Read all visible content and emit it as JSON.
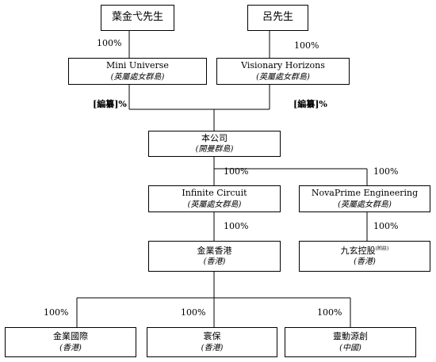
{
  "entities": {
    "ye_person": {
      "name": "葉金弋先生"
    },
    "lu_person": {
      "name": "呂先生"
    },
    "mini_universe": {
      "name": "Mini Universe",
      "jurisdiction": "(英屬處女群島)"
    },
    "visionary_horizons": {
      "name": "Visionary Horizons",
      "jurisdiction": "(英屬處女群島)"
    },
    "company": {
      "name": "本公司",
      "jurisdiction": "(開曼群島)"
    },
    "infinite_circuit": {
      "name": "Infinite Circuit",
      "jurisdiction": "(英屬處女群島)"
    },
    "novaprime": {
      "name": "NovaPrime Engineering",
      "jurisdiction": "(英屬處女群島)"
    },
    "kingyip_hk": {
      "name": "金業香港",
      "jurisdiction": "(香港)"
    },
    "jiuxuan": {
      "name": "九玄控股",
      "note": "(附註)",
      "jurisdiction": "(香港)"
    },
    "kingyip_intl": {
      "name": "金業國際",
      "jurisdiction": "(香港)"
    },
    "huanbao": {
      "name": "寰保",
      "jurisdiction": "(香港)"
    },
    "lingdong": {
      "name": "靈動源創",
      "jurisdiction": "(中國)"
    }
  },
  "ownership": {
    "ye_to_mini": "100%",
    "lu_to_visionary": "100%",
    "mini_to_company": "[編纂]%",
    "visionary_to_company": "[編纂]%",
    "company_to_infinite": "100%",
    "company_to_novaprime": "100%",
    "infinite_to_kingyip_hk": "100%",
    "novaprime_to_jiuxuan": "100%",
    "kingyip_hk_to_intl": "100%",
    "kingyip_hk_to_huanbao": "100%",
    "kingyip_hk_to_lingdong": "100%"
  }
}
